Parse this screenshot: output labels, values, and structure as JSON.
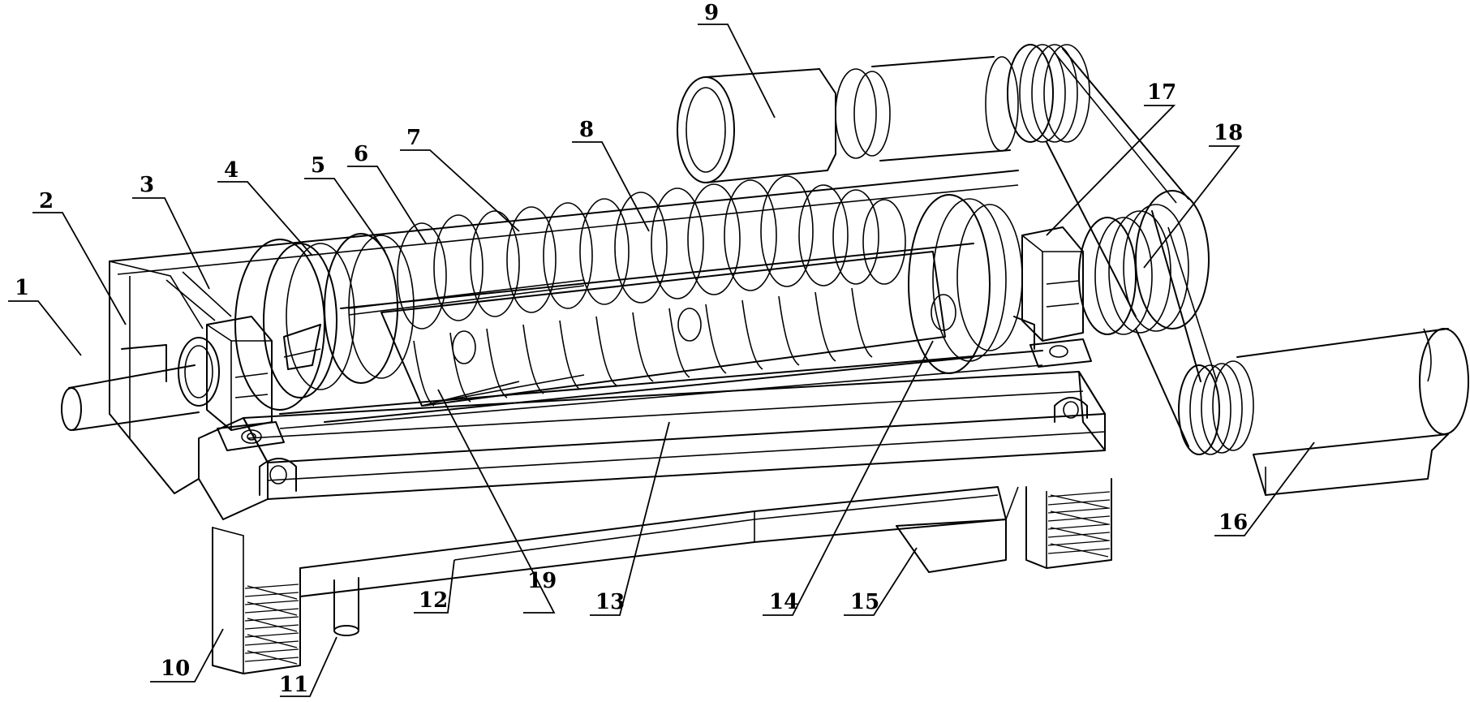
{
  "figure": {
    "parts": [
      {
        "id": "1",
        "label": "1"
      },
      {
        "id": "2",
        "label": "2"
      },
      {
        "id": "3",
        "label": "3"
      },
      {
        "id": "4",
        "label": "4"
      },
      {
        "id": "5",
        "label": "5"
      },
      {
        "id": "6",
        "label": "6"
      },
      {
        "id": "7",
        "label": "7"
      },
      {
        "id": "8",
        "label": "8"
      },
      {
        "id": "9",
        "label": "9"
      },
      {
        "id": "10",
        "label": "10"
      },
      {
        "id": "11",
        "label": "11"
      },
      {
        "id": "12",
        "label": "12"
      },
      {
        "id": "13",
        "label": "13"
      },
      {
        "id": "14",
        "label": "14"
      },
      {
        "id": "15",
        "label": "15"
      },
      {
        "id": "16",
        "label": "16"
      },
      {
        "id": "17",
        "label": "17"
      },
      {
        "id": "18",
        "label": "18"
      },
      {
        "id": "19",
        "label": "19"
      }
    ]
  }
}
